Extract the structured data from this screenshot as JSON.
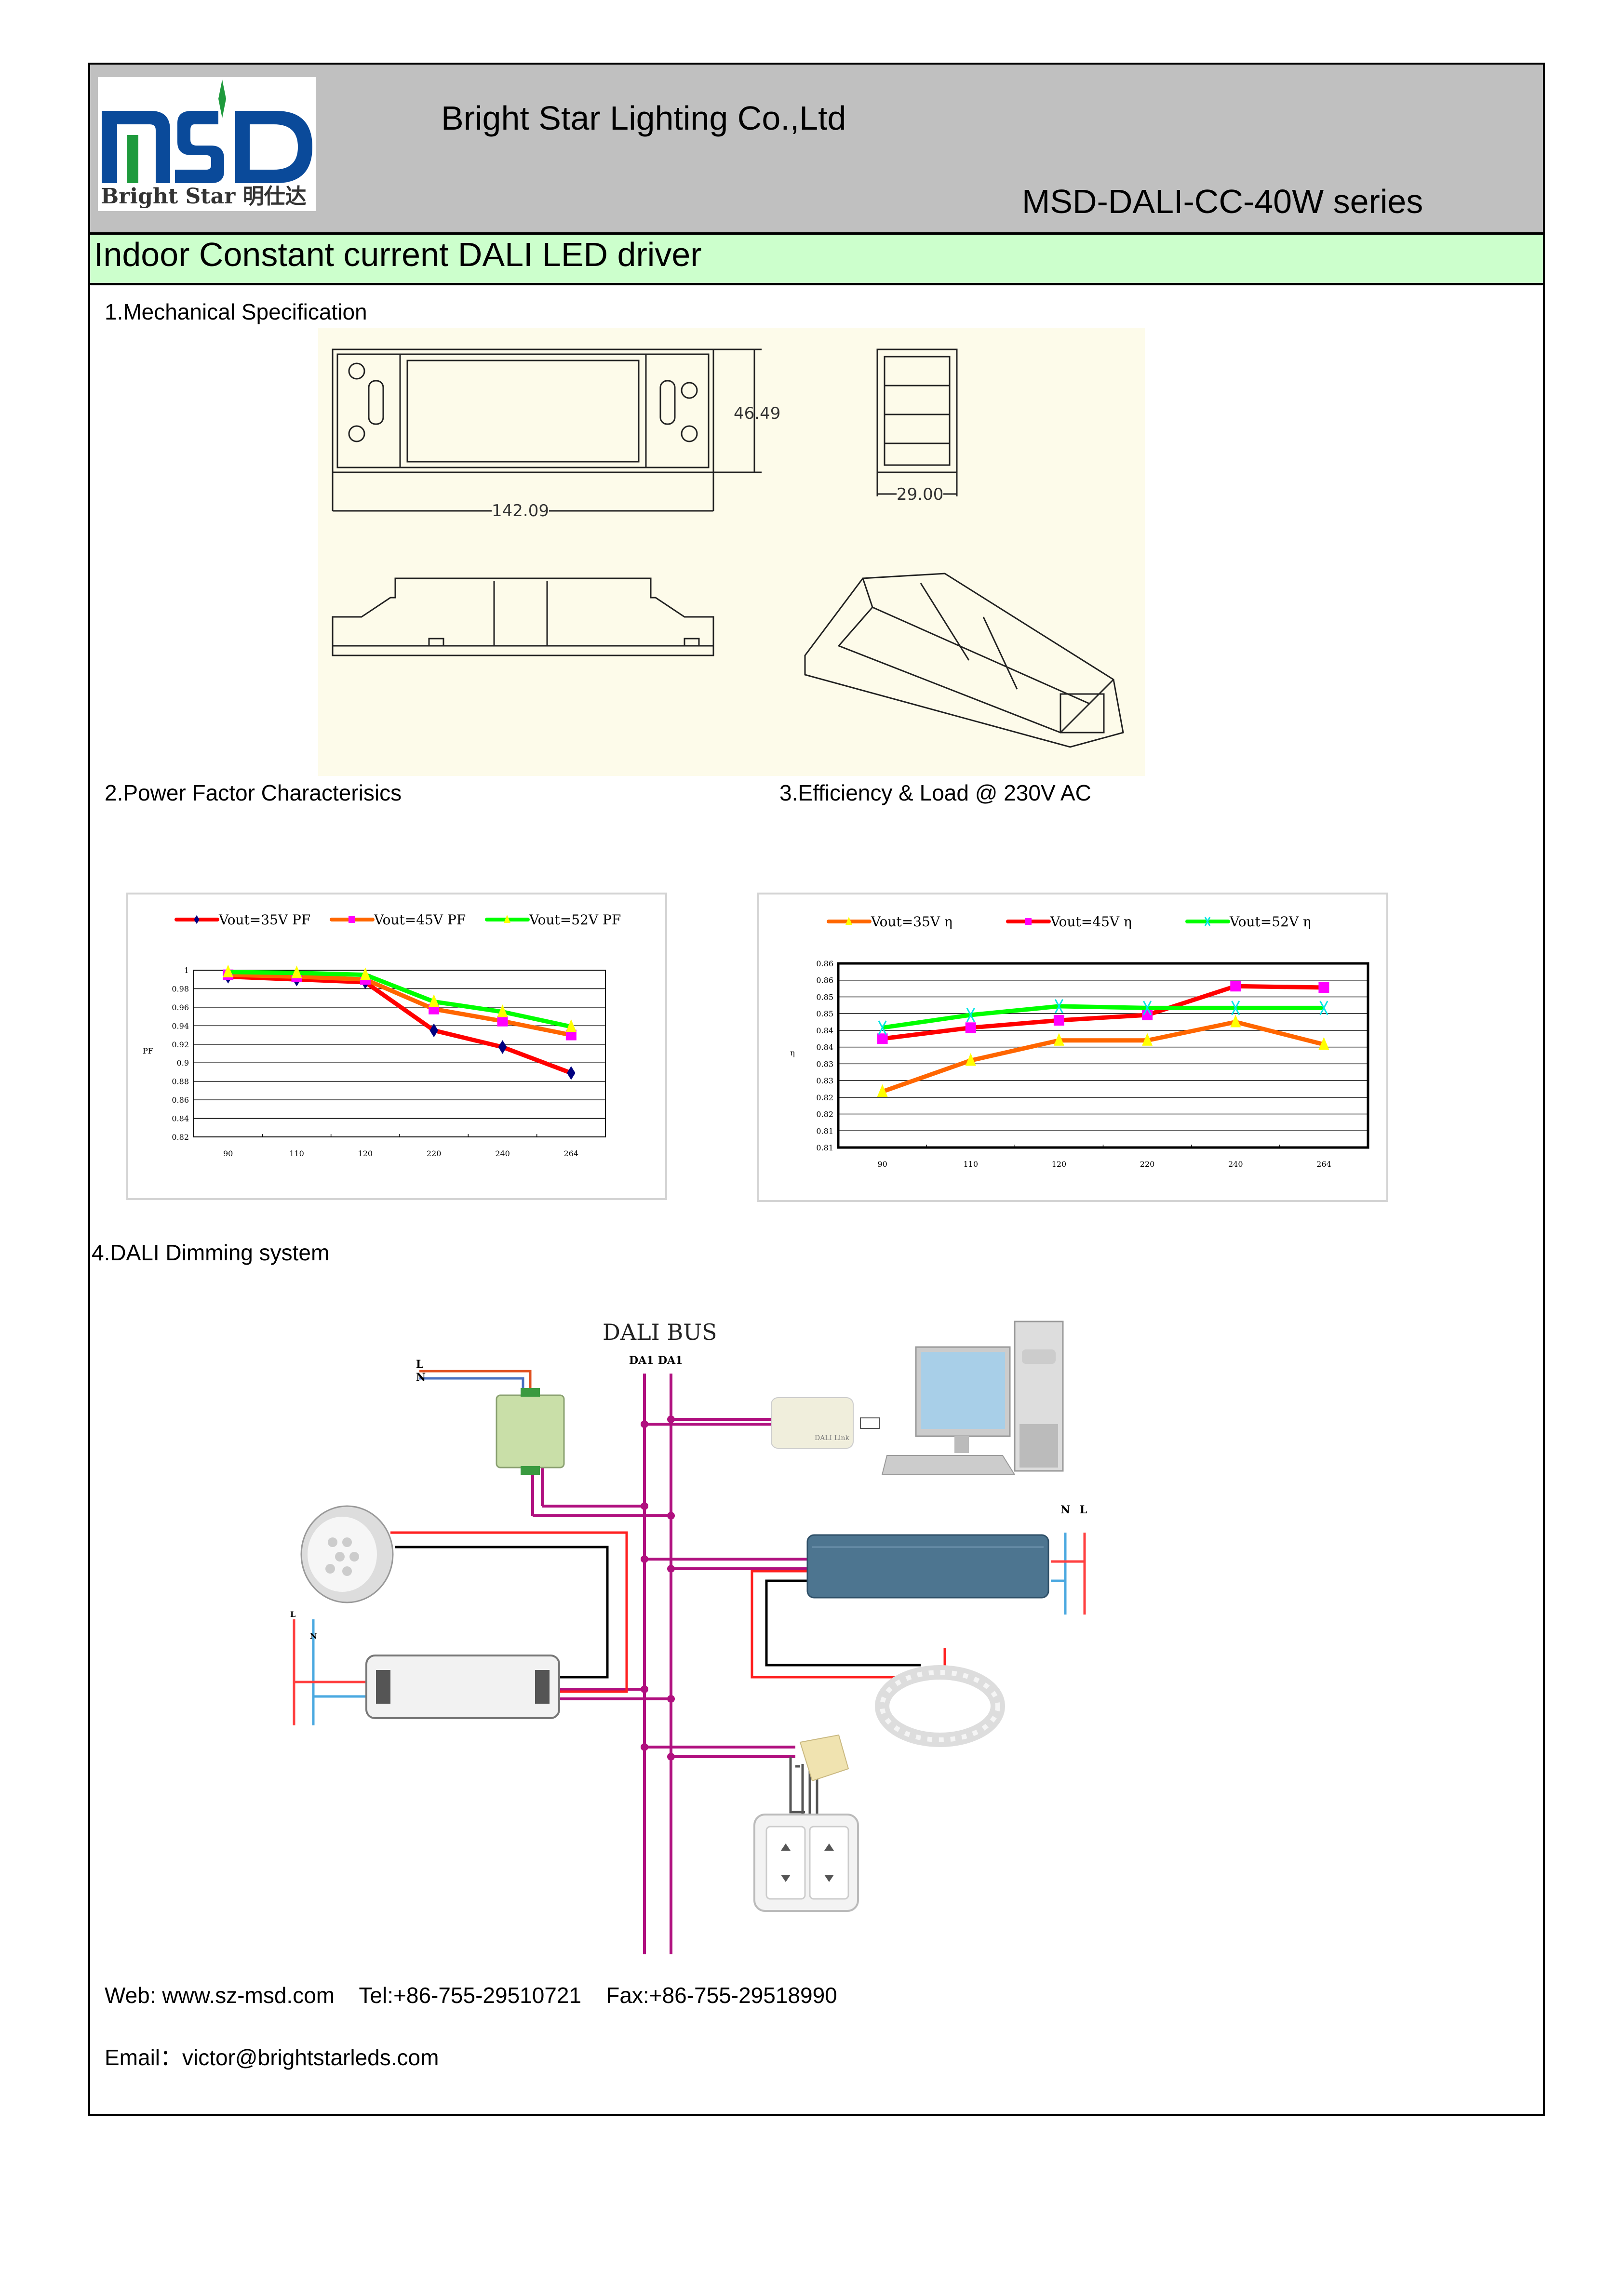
{
  "header": {
    "logo_text": "MSD",
    "logo_subtitle": "Bright Star 明仕达",
    "company": "Bright Star Lighting Co.,Ltd",
    "series": "MSD-DALI-CC-40W series"
  },
  "title": "Indoor Constant current DALI LED driver",
  "sections": {
    "mechanical": "1.Mechanical Specification",
    "power_factor": "2.Power Factor Characterisics",
    "efficiency": "3.Efficiency & Load @ 230V AC",
    "dali": "4.DALI Dimming system"
  },
  "mechanical": {
    "height_dim": "46.49",
    "length_dim": "142.09",
    "width_dim": "29.00"
  },
  "dali_diagram": {
    "bus_label": "DALI BUS",
    "da1_left": "DA1",
    "da1_right": "DA1",
    "n_label_top": "N",
    "l_label_top": "L",
    "n_label_right": "N",
    "l_label_right": "L",
    "l_label_left": "L",
    "n_label_left": "N",
    "dali_link_label": "DALI Link"
  },
  "footer": {
    "web": "Web: www.sz-msd.com",
    "tel": "Tel:+86-755-29510721",
    "fax": "Fax:+86-755-29518990",
    "email": "Email：victor@brightstarleds.com"
  },
  "colors": {
    "header_bg": "#c0c0c0",
    "band_bg": "#ccffcc",
    "logo_blue": "#0a4a9a",
    "logo_green": "#1e9a3c",
    "bus": "#b0107f"
  },
  "chart_data": [
    {
      "type": "line",
      "title": "",
      "xlabel": "",
      "ylabel": "PF",
      "categories": [
        "90",
        "110",
        "120",
        "220",
        "240",
        "264"
      ],
      "ylim": [
        0.82,
        1.0
      ],
      "yticks": [
        0.82,
        0.84,
        0.86,
        0.88,
        0.9,
        0.92,
        0.94,
        0.96,
        0.98,
        1
      ],
      "ytick_labels": [
        "0.82",
        "0.84",
        "0.86",
        "0.88",
        "0.9",
        "0.92",
        "0.94",
        "0.96",
        "0.98",
        "1"
      ],
      "grid": true,
      "legend": "top",
      "series": [
        {
          "name": "Vout=35V PF",
          "values": [
            0.993,
            0.99,
            0.987,
            0.935,
            0.917,
            0.889
          ],
          "color": "#ff0000",
          "marker": "diamond",
          "marker_color": "#000080"
        },
        {
          "name": "Vout=45V PF",
          "values": [
            0.995,
            0.993,
            0.99,
            0.958,
            0.945,
            0.93
          ],
          "color": "#ff6600",
          "marker": "square",
          "marker_color": "#ff00ff"
        },
        {
          "name": "Vout=52V PF",
          "values": [
            0.998,
            0.997,
            0.995,
            0.966,
            0.955,
            0.939
          ],
          "color": "#00ff00",
          "marker": "triangle",
          "marker_color": "#ffff00"
        }
      ]
    },
    {
      "type": "line",
      "title": "",
      "xlabel": "",
      "ylabel": "η",
      "categories": [
        "90",
        "110",
        "120",
        "220",
        "240",
        "264"
      ],
      "ylim": [
        0.81,
        0.865
      ],
      "yticks": [
        0.81,
        0.815,
        0.82,
        0.825,
        0.83,
        0.835,
        0.84,
        0.845,
        0.85,
        0.855,
        0.86,
        0.865
      ],
      "ytick_labels": [
        "0.81",
        "0.81",
        "0.82",
        "0.82",
        "0.83",
        "0.83",
        "0.84",
        "0.84",
        "0.85",
        "0.85",
        "0.86",
        "0.86"
      ],
      "grid": true,
      "legend": "top",
      "series": [
        {
          "name": "Vout=35V  η",
          "values": [
            0.8267,
            0.836,
            0.842,
            0.842,
            0.8475,
            0.8408
          ],
          "color": "#ff6600",
          "marker": "triangle",
          "marker_color": "#ffff00"
        },
        {
          "name": "Vout=45V  η",
          "values": [
            0.8425,
            0.8458,
            0.848,
            0.8496,
            0.8582,
            0.8578
          ],
          "color": "#ff0000",
          "marker": "square",
          "marker_color": "#ff00ff"
        },
        {
          "name": "Vout=52V  η",
          "values": [
            0.8458,
            0.8496,
            0.8522,
            0.8517,
            0.8517,
            0.8517
          ],
          "color": "#00ff00",
          "marker": "x",
          "marker_color": "#00e5e5"
        }
      ]
    }
  ]
}
